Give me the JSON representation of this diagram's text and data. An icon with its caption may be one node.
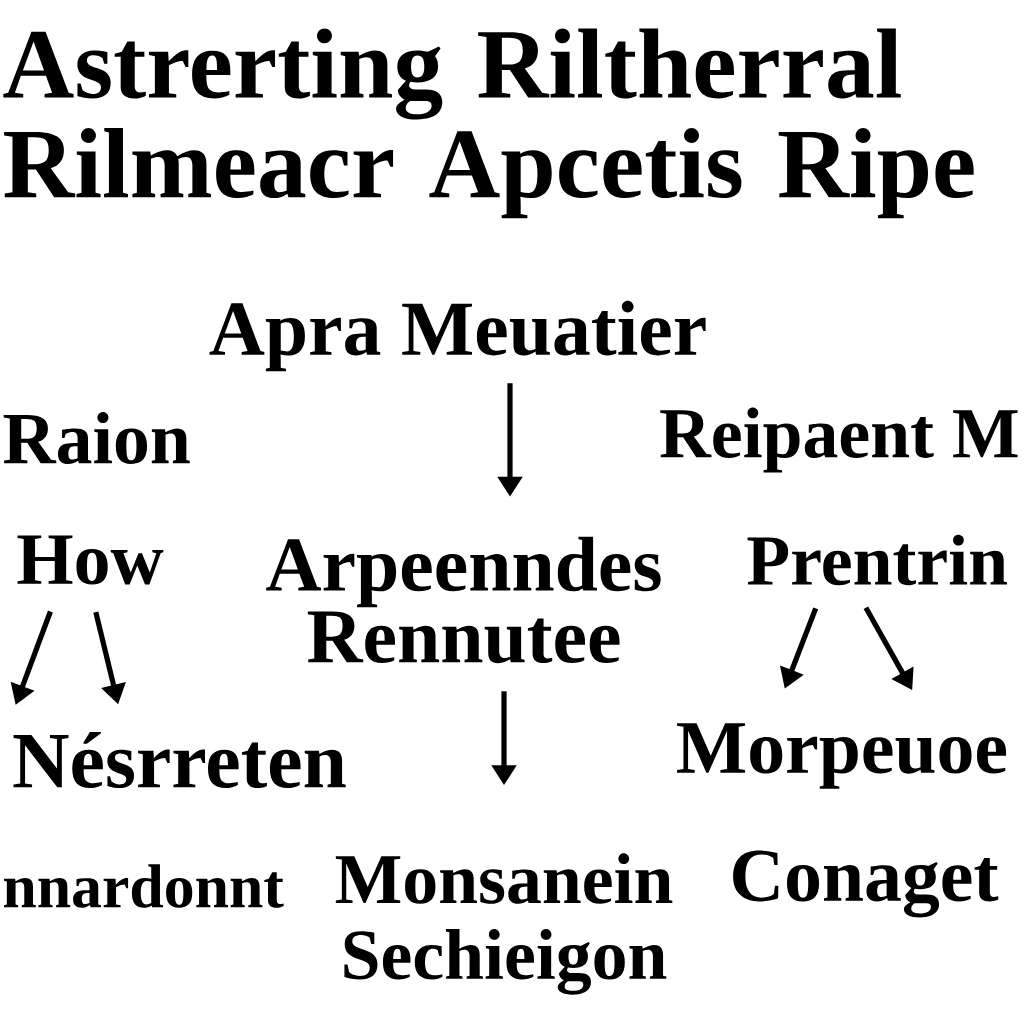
{
  "diagram": {
    "title": "Astrerting Riltherral Rilmeacr Apcetis Ripe",
    "nodes": [
      {
        "text": [
          "Apra Meuatier"
        ]
      },
      {
        "text": [
          "How"
        ]
      },
      {
        "text": [
          "Arpeenndes Rennutee"
        ]
      },
      {
        "text": [
          "Prentrin"
        ]
      },
      {
        "text": [
          "Nésrreten"
        ]
      },
      {
        "text": [
          "Morpeuoe"
        ]
      },
      {
        "text": [
          "Monsanein Sechieigon"
        ]
      }
    ],
    "edges": [
      {
        "from": 0,
        "to": 2,
        "arrow": "to"
      },
      {
        "from": 1,
        "to": 4,
        "arrow": "to"
      },
      {
        "from": 1,
        "to": 4,
        "arrow": "to"
      },
      {
        "from": 3,
        "to": 5,
        "arrow": "to"
      },
      {
        "from": 3,
        "to": 5,
        "arrow": "to"
      },
      {
        "from": 2,
        "to": 6,
        "arrow": "to"
      }
    ],
    "labels": [
      "Raion",
      "Reipaent M",
      "nnardonnt",
      "Conaget"
    ]
  }
}
